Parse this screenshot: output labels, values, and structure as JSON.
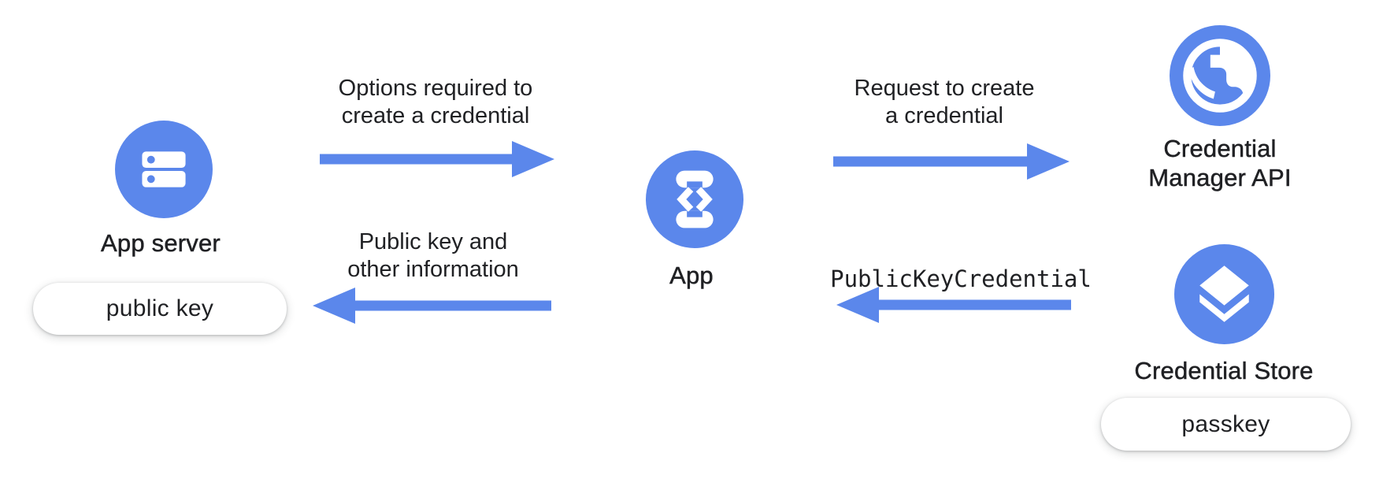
{
  "colors": {
    "blue": "#5b87eb",
    "text": "#202124",
    "pill_bg": "#ffffff",
    "background": "#ffffff"
  },
  "nodes": {
    "app_server": {
      "label": "App server",
      "icon": "server-icon",
      "badge": "public key"
    },
    "app": {
      "label": "App",
      "icon": "phone-code-icon"
    },
    "credential_manager_api": {
      "label_line1": "Credential",
      "label_line2": "Manager API",
      "icon": "globe-icon"
    },
    "credential_store": {
      "label": "Credential Store",
      "icon": "layers-icon",
      "badge": "passkey"
    }
  },
  "flows": {
    "options_to_create": {
      "line1": "Options required to",
      "line2": "create a credential",
      "direction": "right"
    },
    "request_to_create": {
      "line1": "Request to create",
      "line2": "a credential",
      "direction": "right"
    },
    "public_key_credential": {
      "label": "PublicKeyCredential",
      "direction": "left"
    },
    "public_key_info": {
      "line1": "Public key and",
      "line2": "other information",
      "direction": "left"
    }
  }
}
